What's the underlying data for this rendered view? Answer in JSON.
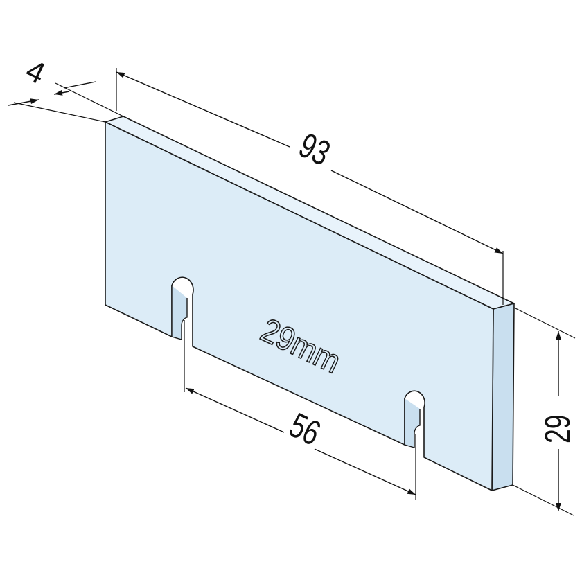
{
  "diagram": {
    "engraving": "29mm",
    "dimensions": {
      "thickness": "4",
      "length": "93",
      "slot_spacing": "56",
      "height": "29"
    }
  },
  "colors": {
    "face": "#dcecf7",
    "side": "#c9dfef",
    "top": "#e8f3fb",
    "line": "#1a1a1a"
  }
}
